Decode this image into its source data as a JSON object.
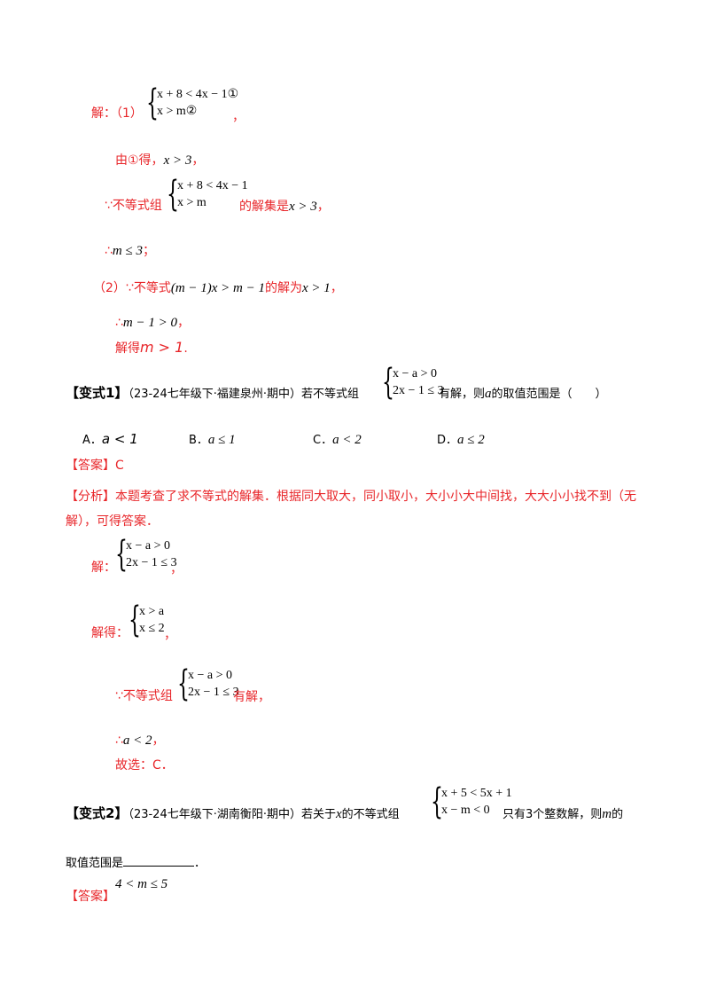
{
  "sol1": {
    "jie_label": "解：（1）",
    "sys_row1": "x + 8 < 4x − 1①",
    "sys_row2": "x > m②",
    "comma": "，",
    "step1_a": "由①得，",
    "step1_math": "x > 3",
    "step1_b": "，",
    "step2_because": "∵不等式组",
    "step2_sys_row1": "x + 8 < 4x − 1",
    "step2_sys_row2": "x > m",
    "step2_b": "的解集是",
    "step2_math": "x > 3",
    "step2_c": "，",
    "step3_therefore": "∴",
    "step3_math": "m ≤ 3",
    "step3_end": "；",
    "part2_label": "（2）∵不等式",
    "part2_math": "(m − 1)x > m − 1",
    "part2_b": "的解为",
    "part2_math2": "x > 1",
    "part2_c": "，",
    "part2_therefore": "∴",
    "part2_math3": "m − 1 > 0",
    "part2_end": "，",
    "part2_result_a": "解得",
    "part2_result_math": "m > 1",
    "part2_result_end": "."
  },
  "variant1": {
    "title": "【变式1】",
    "source": "（23-24七年级下·福建泉州·期中）若不等式组",
    "sys_row1": "x − a > 0",
    "sys_row2": "2x − 1 ≤ 3",
    "question_b": "有解，则",
    "question_var": "a",
    "question_c": "的取值范围是（　　）",
    "options": [
      {
        "label": "A．",
        "math": "a < 1"
      },
      {
        "label": "B．",
        "math": "a ≤ 1"
      },
      {
        "label": "C．",
        "math": "a < 2"
      },
      {
        "label": "D．",
        "math": "a ≤ 2"
      }
    ],
    "answer_label": "【答案】C",
    "analysis_line1": "【分析】本题考查了求不等式的解集．根据同大取大，同小取小，大小小大中间找，大大小小找不到（无",
    "analysis_line2": "解），可得答案．",
    "jie": "解：",
    "jie_sys_row1": "x − a > 0",
    "jie_sys_row2": "2x − 1 ≤ 3",
    "jie_end": "，",
    "jiede": "解得：",
    "jiede_row1": "x > a",
    "jiede_row2": "x ≤ 2",
    "jiede_end": "，",
    "because": "∵不等式组",
    "because_row1": "x − a > 0",
    "because_row2": "2x − 1 ≤ 3",
    "because_end": "有解，",
    "therefore": "∴",
    "therefore_math": "a < 2",
    "therefore_end": "，",
    "choose": "故选：C．"
  },
  "variant2": {
    "title": "【变式2】",
    "source": "（23-24七年级下·湖南衡阳·期中）若关于",
    "var_x": "x",
    "source_b": "的不等式组",
    "sys_row1": "x + 5 < 5x + 1",
    "sys_row2": "x − m < 0",
    "tail_a": "只有3个整数解，则",
    "tail_var": "m",
    "tail_b": "的",
    "line2": "取值范围是",
    "line2_end": "．",
    "answer_label": "【答案】",
    "answer_math": "4 < m ≤ 5"
  }
}
